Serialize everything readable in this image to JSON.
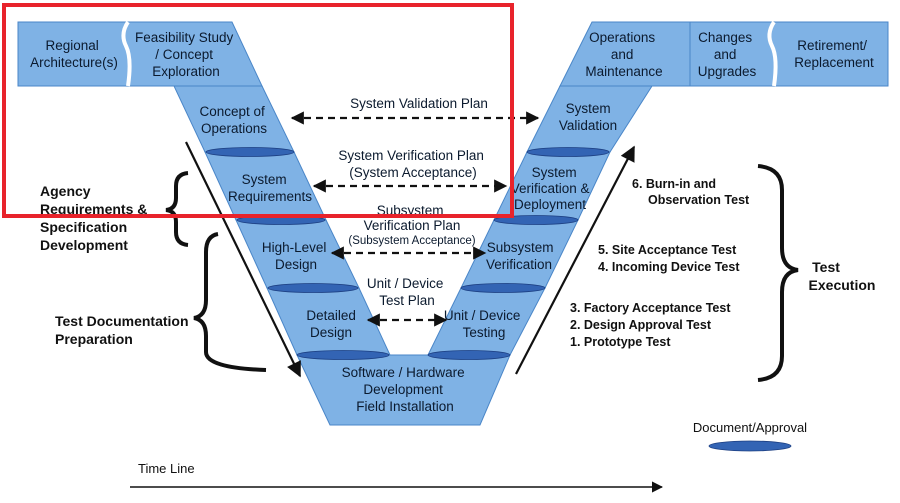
{
  "colors": {
    "box_fill": "#7fb2e5",
    "box_edge": "#4a86c8",
    "disc_fill": "#3364b4",
    "highlight": "#e8232b",
    "ink": "#111111"
  },
  "top_left": {
    "regional": [
      "Regional",
      "Architecture(s)"
    ],
    "feasibility": [
      "Feasibility Study",
      "/ Concept",
      "Exploration"
    ]
  },
  "top_right": {
    "operations": [
      "Operations",
      "and",
      "Maintenance"
    ],
    "changes": [
      "Changes",
      "and",
      "Upgrades"
    ],
    "retirement": [
      "Retirement/",
      "Replacement"
    ]
  },
  "left_leg": {
    "concept": [
      "Concept of",
      "Operations"
    ],
    "sysreq": [
      "System",
      "Requirements"
    ],
    "hld": [
      "High-Level",
      "Design"
    ],
    "detailed": [
      "Detailed",
      "Design"
    ]
  },
  "bottom": [
    "Software / Hardware",
    "Development",
    "Field Installation"
  ],
  "right_leg": {
    "sysval": [
      "System",
      "Validation"
    ],
    "sysver": [
      "System",
      "Verification &",
      "Deployment"
    ],
    "subver": [
      "Subsystem",
      "Verification"
    ],
    "unit": [
      "Unit / Device",
      "Testing"
    ]
  },
  "plans": {
    "validation": "System Validation Plan",
    "verification": [
      "System Verification Plan",
      "(System Acceptance)"
    ],
    "subsystem": [
      "Subsystem",
      "Verification Plan",
      "(Subsystem Acceptance)"
    ],
    "unit": [
      "Unit / Device",
      "Test Plan"
    ]
  },
  "left_annotations": {
    "agency": [
      "Agency",
      "Requirements &",
      "Specification",
      "Development"
    ],
    "testdoc": [
      "Test Documentation",
      "Preparation"
    ]
  },
  "tests": [
    "6.  Burn-in and",
    "Observation Test",
    "5. Site Acceptance Test",
    "4. Incoming Device Test",
    "3. Factory Acceptance Test",
    "2. Design Approval Test",
    "1. Prototype Test"
  ],
  "test_execution": [
    "Test",
    "Execution"
  ],
  "legend": "Document/Approval",
  "timeline": "Time Line"
}
